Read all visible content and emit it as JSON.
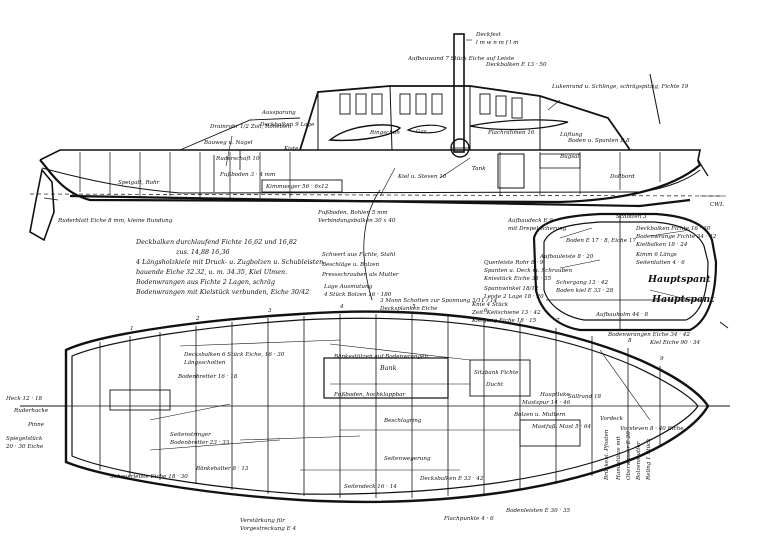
{
  "profile_labels": {
    "mast_top": "Deckfest",
    "mast_spec": "l m w n m f l m",
    "wood_spec_top": "Aufbauwand 7 Stück Eiche auf Leiste",
    "deck_wood": "Deckbalken E 13 · 50",
    "coaming": "Lukenrand u. Schlinge, schrägspitzig, Fichte 19",
    "drainage": "Drainrohr 1/2 Zoll, Roheisen",
    "deck_beam": "Deckbalken 9 Lage",
    "opening": "Aussparung",
    "rigging": "Ringschuh",
    "gas": "Gas",
    "sternpost": "Flachrahmen 16",
    "cabin_wall": "Lüftung",
    "buge": "Bugsal",
    "frames_wood": "Boden u. Spanten E 8",
    "dollbord": "Dollbord",
    "kiste": "Kiste",
    "tank": "Tank",
    "kimm": "Kimmweger 56 · 6x12",
    "ruder": "Ruderschaft 10",
    "pipe": "Speigatt, Rohr",
    "flange": "Fußboden 3 · 4 mm",
    "keel": "Kiel u. Steven 10",
    "cwl": "CWL",
    "rudder_blade": "Ruderblatt Eiche 8 mm, kleine Rundung",
    "baubeschl": "Bauweg u. Nagel"
  },
  "notes_center": {
    "line1": "Deckbalken durchlaufend Fichte 16,62 und 16,82",
    "line2": "zus. 14,88  16,36",
    "line3": "4 Längsholzkiele mit Druck- u. Zugbolzen u. Schubleisten",
    "line4": "bauende Eiche 32.32, u. m. 34.35, Kiel Ulmen.",
    "line5": "Bodenwrangen aus Fichte 2 Lagen, schräg",
    "line6": "Bodenwrangen mit Kielstück verbunden, Eiche 30/42",
    "joint_a": "Schwert aus Fichte, Stahl",
    "joint_b": "Beschläge u. Bolzen",
    "joint_c": "Pressschrauben als Mutter",
    "fitting": "Fußboden, Bohlen 5 mm",
    "fitting_b": "Verbindungsbalken 30 x 40"
  },
  "section_labels": {
    "deck_beam": "Aufbaudeck E 9",
    "deck_spec": "mit Drepelsicherung",
    "bulkhead": "Schotten 3",
    "bulk_spec": "Boden E 17 · 8, Eiche 17",
    "beam_top": "Deckbalken Fichte 16 · 30",
    "frame_a": "Bodenwrange Fichte 34 · 42",
    "frame_b": "Kielbalken 18 · 24",
    "keel_a": "Aufbauleiste 8 · 20",
    "keel_b": "Querleiste Rohr 8 · 9",
    "plank_a": "Spanten u. Deck m. Schrauben",
    "plank_b": "Kniestück Eiche 35 · 35",
    "sheer": "Schergang 13 · 42",
    "topside": "Boden kiel E 33 · 28",
    "strake": "Spannwinkel 18/12",
    "wales": "Leiste 2 Lage 18 · 20",
    "bilge": "Kimm 6 Längs",
    "garboard": "Seitenlatten 4 · 6",
    "mid_note": "Hauptspant",
    "floor": "Bodenwrangen Eiche 34 · 42",
    "keel_bottom": "Kiel Eiche 90 · 34",
    "ruderkoker": "Aufbauholm 44 · 8",
    "bilge_spec": "Knie 4 Stück",
    "step_a": "Zeit. Keilschiene 13 · 42",
    "step_b": "Kielgang Eiche 18 · 15"
  },
  "plan_labels": {
    "stern_a": "Heck 12 · 18",
    "stern_b": "Spiegelstück",
    "stern_c": "20 · 30 Eiche",
    "mid_1": "Decksbalken 6 Stück Eiche, 16 · 30",
    "mid_2": "Längsschotten",
    "mid_3": "3 Mann Schotten zur Spannung 3/11 / 14",
    "deckline": "Decksplanken Eiche",
    "bank": "Bank",
    "bench_beams": "Bänkestützen auf Bodenwrangen",
    "sole": "Fußboden, hochklappbar",
    "bilge_boards": "Bodenbretter 16 · 18",
    "cabin": "Sitzbank Fichte",
    "thwart": "Ducht",
    "longitudinals": "Seitenstringer",
    "lodge": "Bodenbretter 23 · 33",
    "tank_tops": "Bänkehalter 8 · 13",
    "beam_ring": "Beschlagring",
    "shelves": "Seitenwegerung",
    "mast_step": "Mastfuß, Mast 5 · 64",
    "thwart_b": "Vordeck",
    "stem_a": "Vorsteven 8 · 40 Eiche",
    "rudder_port": "Ruderhacke",
    "hatch": "Hauptluke",
    "deck_plank": "Decksbalken E 33 · 42",
    "side_deck": "Seitendeck 16 · 14",
    "rail": "Scheuerleiste Eiche 18 · 30",
    "tiller": "Pinne",
    "coamings": "Süllrand 18",
    "step_nut": "Mastspur 14 · 46",
    "bolts": "Bolzen u. Muttern",
    "joint_left": "4 Stück Bolzen 16 · 180",
    "joint_left_b": "Lage Ausmutung",
    "note_bottom_a": "Verstärkung für",
    "note_bottom_b": "Vorgestreckung E 4",
    "bottom_right_a": "Bodenleisten E 30 · 35",
    "bottom_right_b": "Flachpunkte 4 · 6",
    "frame_numbers": [
      "1",
      "2",
      "3",
      "4",
      "5",
      "6",
      "7",
      "8",
      "9"
    ],
    "corner_notes": [
      "Brückenl. Pfosten",
      "Handstütze mit",
      "Oberwasser E 20",
      "Bolzenmutter",
      "Reling 1 Stück"
    ]
  },
  "page_label": "Hauptspant"
}
